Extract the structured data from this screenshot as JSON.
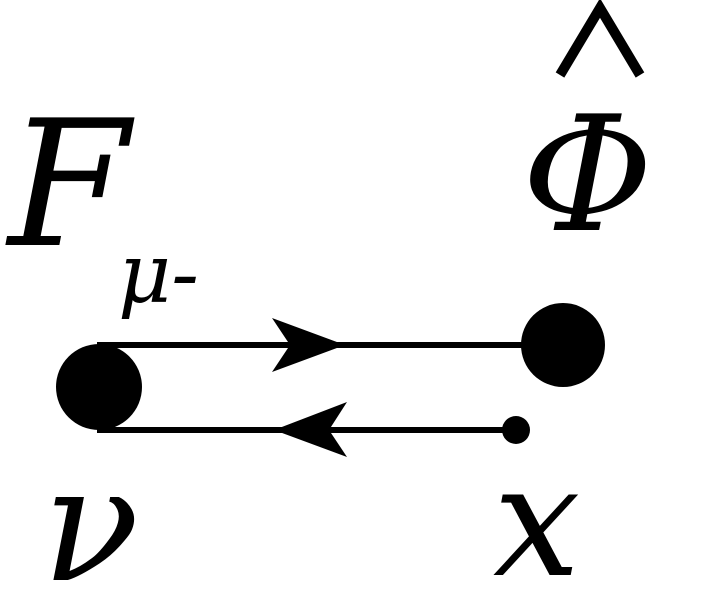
{
  "diagram": {
    "field_label_main": "F",
    "field_label_subscript": "μ-",
    "operator_label_main": "Φ",
    "operator_label_accent": "^",
    "left_vertex_label": "ν",
    "right_vertex_label": "x",
    "colors": {
      "ink": "#000000",
      "background": "#ffffff"
    }
  }
}
